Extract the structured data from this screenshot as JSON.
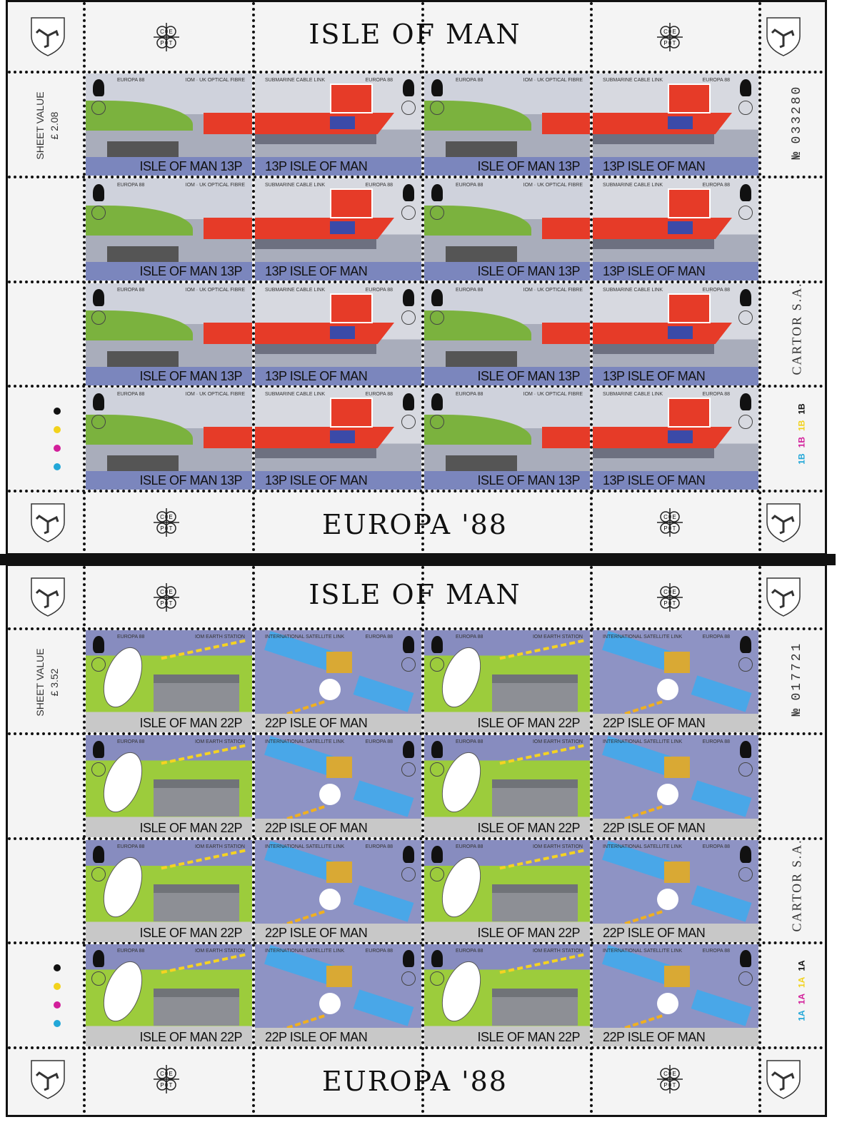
{
  "sheets": [
    {
      "header_title": "ISLE OF MAN",
      "footer_title": "EUROPA '88",
      "sheet_value_label": "SHEET VALUE",
      "sheet_value": "£ 2.08",
      "serial_prefix": "№",
      "serial_number": "033280",
      "printer": "CARTOR S.A.",
      "cylinder_numbers": [
        "1B",
        "1B",
        "1B",
        "1B"
      ],
      "theme": "cable",
      "stamp_left": {
        "top_left": "EUROPA 88",
        "top_right": "IOM · UK OPTICAL FIBRE",
        "value_text": "ISLE OF MAN 13P"
      },
      "stamp_right": {
        "top_left": "SUBMARINE CABLE LINK",
        "top_right": "EUROPA 88",
        "value_text": "13P ISLE OF MAN"
      }
    },
    {
      "header_title": "ISLE OF MAN",
      "footer_title": "EUROPA '88",
      "sheet_value_label": "SHEET VALUE",
      "sheet_value": "£ 3.52",
      "serial_prefix": "№",
      "serial_number": "017721",
      "printer": "CARTOR S.A.",
      "cylinder_numbers": [
        "1A",
        "1A",
        "1A",
        "1A"
      ],
      "theme": "satellite",
      "stamp_left": {
        "top_left": "EUROPA 88",
        "top_right": "IOM EARTH STATION",
        "value_text": "ISLE OF MAN  22P"
      },
      "stamp_right": {
        "top_left": "INTERNATIONAL SATELLITE LINK",
        "top_right": "EUROPA 88",
        "value_text": "22P  ISLE OF MAN"
      }
    }
  ],
  "colors": {
    "dot_colors": [
      "#111111",
      "#f2d21b",
      "#d21f9a",
      "#22a7d8"
    ],
    "cylinder_colors": [
      "#22a7d8",
      "#d21f9a",
      "#f2d21b",
      "#111111"
    ]
  }
}
